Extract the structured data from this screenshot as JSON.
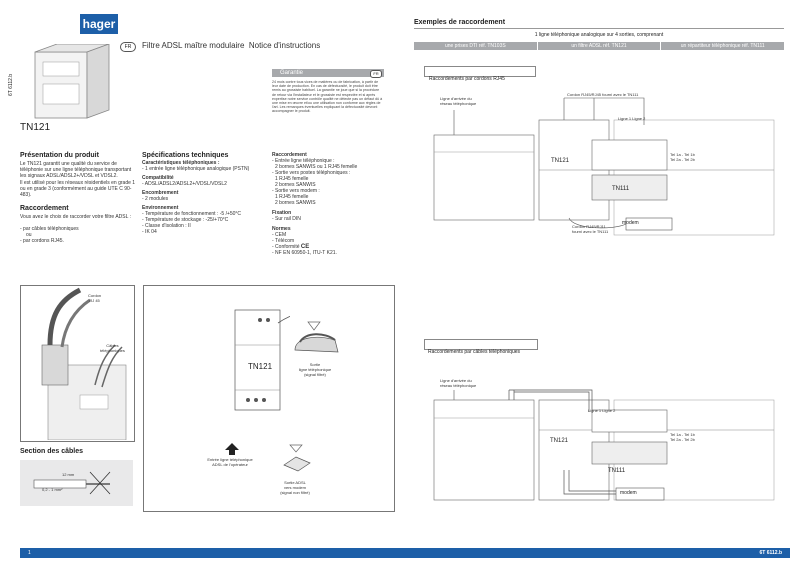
{
  "brand": {
    "logo_text": "hager"
  },
  "header": {
    "fr_badge": "FR",
    "title": "Filtre ADSL maître modulaire",
    "subtitle": "Notice d'instructions"
  },
  "product": {
    "ref_code": "6T 6112.b",
    "name": "TN121"
  },
  "garantie": {
    "title": "Garantie",
    "fr_badge": "FR",
    "text": "24 mois contre tous vices de matières ou de fabrication, à partir de leur date de production. En cas de défectuosité, le produit doit être remis au grossiste habituel. La garantie ne joue que si la procédure de retour via l'installateur et le grossiste est respectée et si après expertise notre service contrôle qualité ne détecte pas un défaut dû à une mise en œuvre et/ou une utilisation non conforme aux règles de l'art. Les remarques éventuelles expliquant la défectuosité devront accompagner le produit."
  },
  "presentation": {
    "title": "Présentation du produit",
    "text1": "Le TN121 garantit une qualité du service de téléphonie sur une ligne téléphonique transportant les signaux ADSL/ADSL2+/VDSL et VDSL2.",
    "text2": "Il est utilisé pour les réseaux résidentiels en grade 1 ou en grade 3 (conformément au guide UTE C 90-483)."
  },
  "raccordement_left": {
    "title": "Raccordement",
    "text": "Vous avez le choix de raccorder votre filtre ADSL :",
    "l1": "- par câbles téléphoniques",
    "l2": "ou",
    "l3": "- par cordons RJ45."
  },
  "specs": {
    "title": "Spécifications techniques",
    "sections": [
      {
        "title": "Caractéristiques téléphoniques :",
        "lines": [
          "- 1 entrée ligne téléphonique analogique (PSTN)"
        ]
      },
      {
        "title": "Compatibilité",
        "lines": [
          "- ADSL/ADSL2/ADSL2+/VDSL/VDSL2"
        ]
      },
      {
        "title": "Encombrement",
        "lines": [
          "- 2 modules"
        ]
      },
      {
        "title": "Environnement",
        "lines": [
          "- Température de fonctionnement : -5 /+50°C",
          "- Température de stockage : -25/+70°C",
          "- Classe d'isolation : II",
          "- IK 04"
        ]
      }
    ]
  },
  "raccordement_spec": {
    "title": "Raccordement",
    "lines": [
      "- Entrée ligne téléphonique :",
      "2 bornes SANWIS ou 1 RJ45 femelle",
      "- Sortie vers postes téléphoniques :",
      "1 RJ45 femelle",
      "2 bornes SANWIS",
      "- Sortie vers modem :",
      "1 RJ45 femelle",
      "2 bornes SANWIS"
    ]
  },
  "fixation": {
    "title": "Fixation",
    "lines": [
      "- Sur rail DIN"
    ]
  },
  "normes": {
    "title": "Normes",
    "lines": [
      "- CEM",
      "- Télécom",
      "- Conformité",
      "- NF EN 60950-1, ITU-T K21."
    ],
    "ce_mark": "CE"
  },
  "left_figure": {
    "cordon": "Cordon",
    "rj45": "RJ 45",
    "cables": "Câbles",
    "cables2": "téléphoniques"
  },
  "section_cables": {
    "title": "Section des câbles",
    "length": "12 mm",
    "section": "0,2 - 1 mm²"
  },
  "middle_figure": {
    "device": "TN121",
    "sortie_tel_1": "Sortie",
    "sortie_tel_2": "ligne téléphonique",
    "sortie_tel_3": "(signal filtré)",
    "entree_1": "Entrée ligne téléphonique",
    "entree_2": "ADSL de l'opérateur",
    "sortie_adsl_1": "Sortie ADSL",
    "sortie_adsl_2": "vers modem",
    "sortie_adsl_3": "(signal non filtré)"
  },
  "examples": {
    "title": "Exemples de raccordement",
    "table_title": "1 ligne téléphonique analogique sur 4 sorties, comprenant",
    "columns": [
      "une prises DTI réf. TN103S",
      "un filtre ADSL réf. TN121",
      "un répartiteur téléphonique réf. TN111"
    ],
    "rj45": {
      "title": "Raccordements par cordons RJ45",
      "arrivee_1": "Ligne d'arrivée du",
      "arrivee_2": "réseau téléphonique",
      "cordon_top": "Cordon RJ45/RJ45 fourni avec le TN111",
      "tn121": "TN121",
      "tn111": "TN111",
      "modem": "modem",
      "cordon_bottom_1": "Cordon RJ45/RJ11",
      "cordon_bottom_2": "fourni avec le TN111",
      "tel_1": "Tel 1a - Tel 1b",
      "tel_2": "Tel 2a - Tel 2b",
      "ligne": "Ligne 1  Ligne 2"
    },
    "cables": {
      "title": "Raccordements par câbles téléphoniques",
      "arrivee_1": "Ligne d'arrivée du",
      "arrivee_2": "réseau téléphonique",
      "tn121": "TN121",
      "tn111": "TN111",
      "modem": "modem",
      "tel_1": "Tel 1a - Tel 1b",
      "tel_2": "Tel 2a - Tel 2b",
      "ligne": "Ligne 1  Ligne 2"
    }
  },
  "footer": {
    "page_number": "1",
    "ref": "6T 6112.b"
  },
  "colors": {
    "brand_blue": "#1d5fa8",
    "panel_gray": "#a7a9ac",
    "footer_blue": "#1d5fa8"
  }
}
